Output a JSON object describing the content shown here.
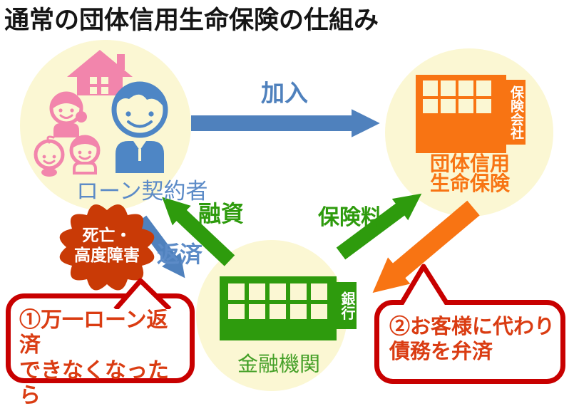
{
  "title": "通常の団体信用生命保険の仕組み",
  "nodes": {
    "borrower": {
      "label": "ローン契約者"
    },
    "insurer": {
      "building_tag": "保険会社",
      "name_line1": "団体信用",
      "name_line2": "生命保険"
    },
    "bank": {
      "building_tag": "銀行",
      "label": "金融機関"
    }
  },
  "arrows": {
    "join": {
      "label": "加入",
      "from": "ローン契約者",
      "to": "団体信用生命保険"
    },
    "loan": {
      "label": "融資",
      "from": "金融機関",
      "to": "ローン契約者"
    },
    "repay": {
      "label": "返済",
      "from": "ローン契約者",
      "to": "金融機関"
    },
    "premium": {
      "label": "保険料",
      "from": "金融機関",
      "to": "団体信用生命保険"
    },
    "payoff": {
      "label": "",
      "from": "団体信用生命保険",
      "to": "金融機関"
    }
  },
  "burst": {
    "line1": "死亡・",
    "line2": "高度障害"
  },
  "callout_left": {
    "line1": "①万一ローン返済",
    "line2": "できなくなったら"
  },
  "callout_right": {
    "line1": "②お客様に代わり",
    "line2": "債務を弁済"
  },
  "colors": {
    "blue": "#4F81BD",
    "green": "#2E9B0D",
    "orange": "#F87413",
    "burst_red": "#C93A06",
    "callout_border_red": "#C80000",
    "callout_text_red": "#DA3C12",
    "circle_cream": "#FBF7D3",
    "pink": "#F285AC"
  }
}
